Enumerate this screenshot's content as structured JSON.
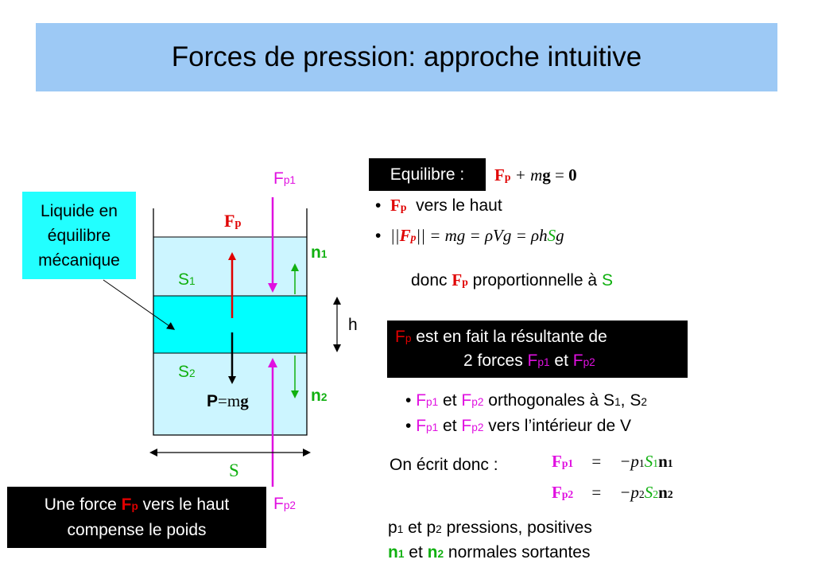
{
  "title": "Forces de pression: approche intuitive",
  "callout_liquide": [
    "Liquide en",
    "équilibre",
    "mécanique"
  ],
  "labels": {
    "F": "F",
    "p": "p",
    "p1": "p1",
    "p2": "p2",
    "n": "n",
    "one": "1",
    "two": "2",
    "S": "S",
    "h": "h",
    "P": "P",
    "mg_eq": "=m",
    "g": "g"
  },
  "equilibre": {
    "box_label": "Equilibre :",
    "plus_m": " + m",
    "eq_zero": " = ",
    "zero": "0"
  },
  "bullets_top": {
    "b1_text": "vers le haut",
    "b2_norm_open": "||",
    "b2_norm_close": "||",
    "b2_rest1": " = mg = ρVg = ρh",
    "b2_S": "S",
    "b2_g": "g",
    "donc": "donc",
    "proportionnelle": "proportionnelle à"
  },
  "resultante": {
    "line1": "est en fait la résultante de",
    "line2_pre": "2 forces",
    "et": "et"
  },
  "bullets_mid": {
    "b1_text": "orthogonales à S",
    "b1_sep": ", S",
    "b2_text": "vers l’intérieur de V"
  },
  "on_ecrit": "On écrit donc :",
  "equations": {
    "eq": "=",
    "minus_p": "−p"
  },
  "bottom_notes": {
    "line1_p": "p",
    "line1_text": "pressions, positives",
    "line2_text": "normales sortantes"
  },
  "bottom_box": {
    "line1_pre": "Une force",
    "line1_post": "vers le haut",
    "line2": "compense le poids"
  },
  "colors": {
    "title_bg": "#9dc9f5",
    "liquid": "#ccf5ff",
    "slab": "#00ffff",
    "red": "#e00000",
    "magenta": "#e010e0",
    "green": "#10b010",
    "callout": "#22ffff"
  }
}
